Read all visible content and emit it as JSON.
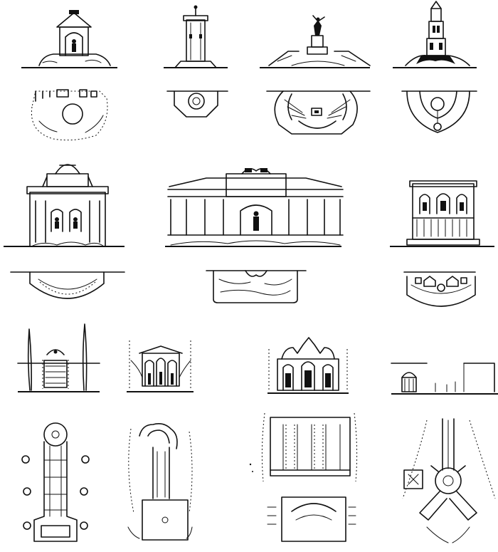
{
  "plate": {
    "ink_color": "#111111",
    "paper_color": "#ffffff",
    "rows": [
      {
        "kind": "elevation",
        "items": [
          "niche-fountain",
          "obelisk-fountain",
          "statue-fountain",
          "tiered-rock-fountain"
        ]
      },
      {
        "kind": "plan",
        "items": [
          "niche-fountain-plan",
          "obelisk-fountain-plan",
          "statue-fountain-plan",
          "tiered-rock-fountain-plan"
        ]
      },
      {
        "kind": "elevation",
        "items": [
          "domed-nymphaeum",
          "colonnaded-nymphaeum",
          "three-niche-nymphaeum"
        ]
      },
      {
        "kind": "plan",
        "items": [
          "domed-nymphaeum-plan",
          "colonnaded-nymphaeum-plan",
          "three-niche-nymphaeum-plan"
        ]
      },
      {
        "kind": "elevation",
        "items": [
          "cascade-between-cypresses",
          "grotto-with-arches",
          "grotto-facade",
          "garden-tempietto"
        ]
      },
      {
        "kind": "plan",
        "items": [
          "cascade-garden-plan",
          "grotto-garden-plan",
          "water-parterre-plan",
          "star-axis-plan"
        ]
      }
    ]
  }
}
